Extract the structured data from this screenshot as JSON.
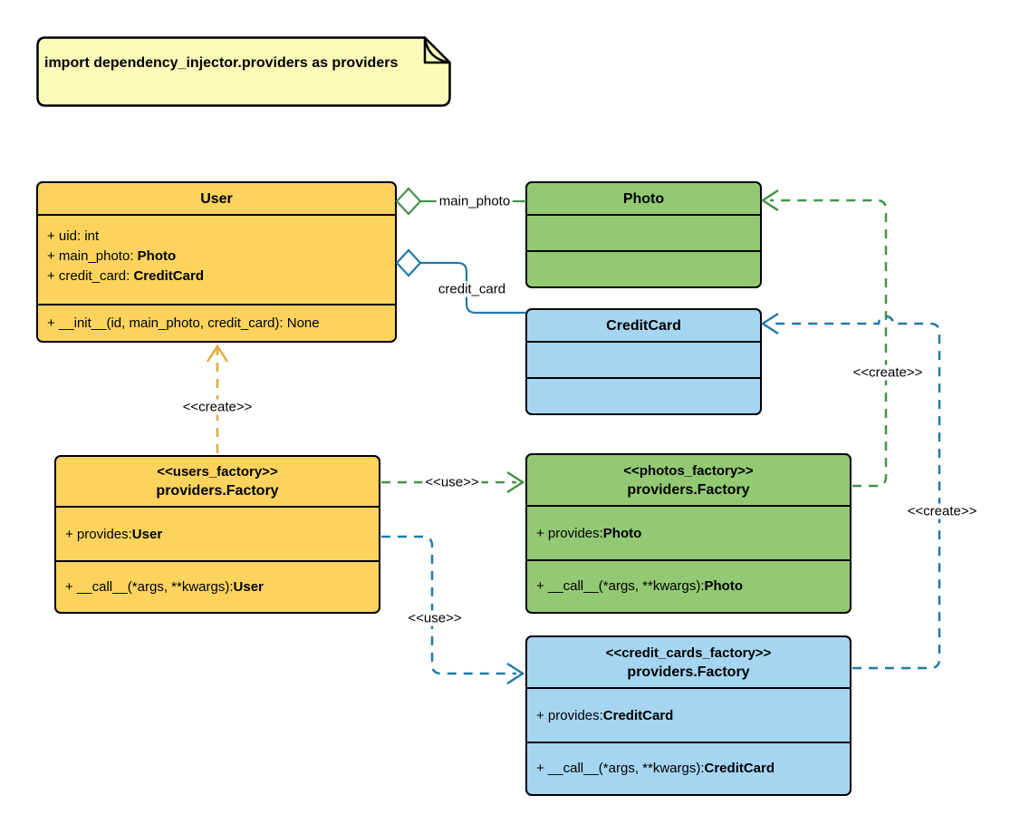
{
  "colors": {
    "class_yellow": "#FBD35D",
    "class_green": "#93C973",
    "class_blue": "#A5D5F1",
    "note_yellow": "#FAFAB9",
    "line_orange": "#E5A93D",
    "line_green": "#459347",
    "line_blue": "#2279A8",
    "border_black": "#000000"
  },
  "note": {
    "text": "import dependency_injector.providers as providers"
  },
  "classes": {
    "user": {
      "title": "User",
      "attributes": [
        {
          "text": "+ uid: int",
          "type": ""
        },
        {
          "text": "+ main_photo: ",
          "type": "Photo"
        },
        {
          "text": "+ credit_card: ",
          "type": "CreditCard"
        }
      ],
      "methods": [
        {
          "text": "+ __init__(id, main_photo, credit_card): None",
          "type": ""
        }
      ]
    },
    "photo": {
      "title": "Photo"
    },
    "credit_card": {
      "title": "CreditCard"
    },
    "users_factory": {
      "stereotype": "<<users_factory>>",
      "title": "providers.Factory",
      "attributes": [
        {
          "text": "+ provides: ",
          "type": "User"
        }
      ],
      "methods": [
        {
          "text": "+ __call__(*args, **kwargs): ",
          "type": "User"
        }
      ]
    },
    "photos_factory": {
      "stereotype": "<<photos_factory>>",
      "title": "providers.Factory",
      "attributes": [
        {
          "text": "+ provides: ",
          "type": "Photo"
        }
      ],
      "methods": [
        {
          "text": "+ __call__(*args, **kwargs): ",
          "type": "Photo"
        }
      ]
    },
    "credit_cards_factory": {
      "stereotype": "<<credit_cards_factory>>",
      "title": "providers.Factory",
      "attributes": [
        {
          "text": "+ provides: ",
          "type": "CreditCard"
        }
      ],
      "methods": [
        {
          "text": "+ __call__(*args, **kwargs): ",
          "type": "CreditCard"
        }
      ]
    }
  },
  "connectors": {
    "main_photo": "main_photo",
    "credit_card": "credit_card",
    "create_user": "<<create>>",
    "use_photos": "<<use>>",
    "use_credit_cards": "<<use>>",
    "create_photo": "<<create>>",
    "create_credit_card": "<<create>>"
  }
}
